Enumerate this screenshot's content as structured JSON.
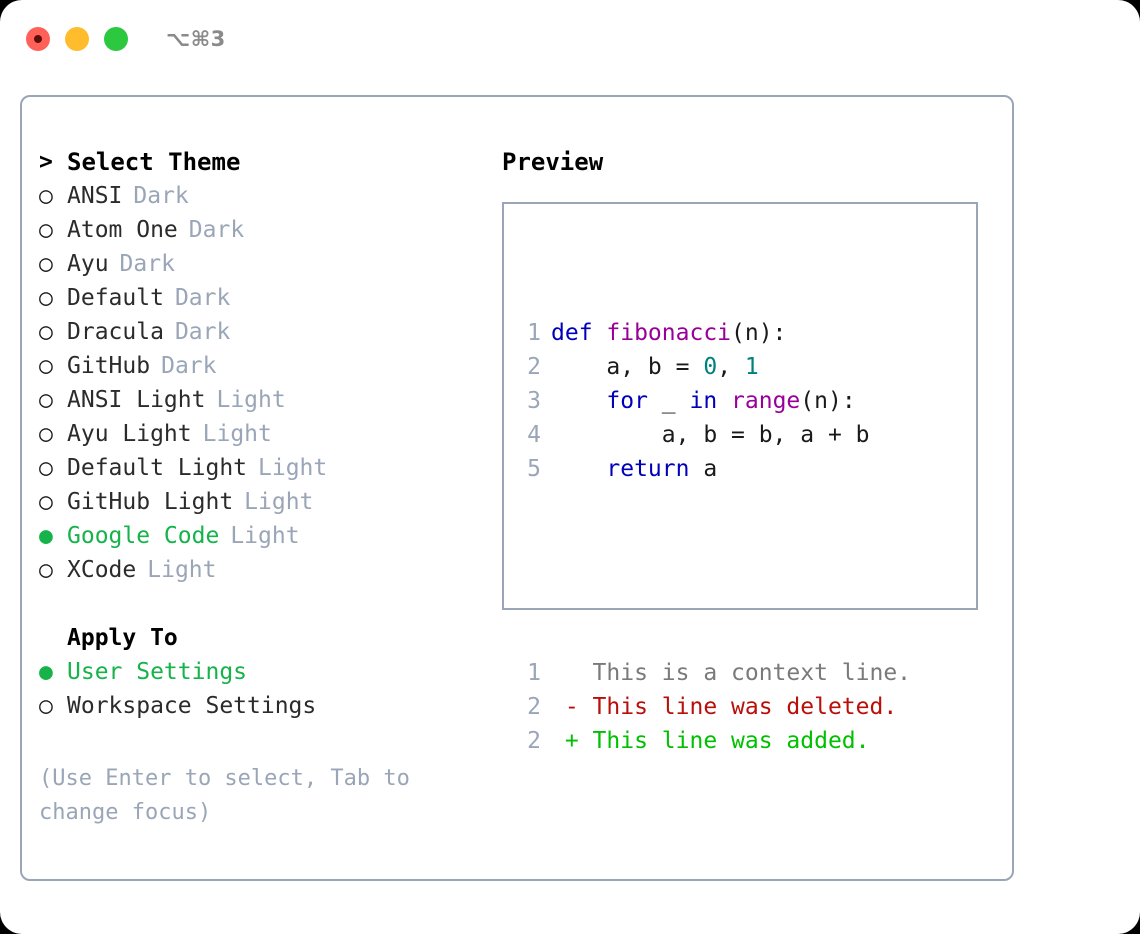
{
  "window": {
    "shortcut_label": "⌥⌘3",
    "traffic_lights": [
      "close-red",
      "minimize-yellow",
      "maximize-green"
    ]
  },
  "left_panel": {
    "header": {
      "prompt": ">",
      "title": "Select Theme"
    },
    "themes": [
      {
        "marker": "○",
        "name": "ANSI",
        "tag": "Dark",
        "selected": false
      },
      {
        "marker": "○",
        "name": "Atom One",
        "tag": "Dark",
        "selected": false
      },
      {
        "marker": "○",
        "name": "Ayu",
        "tag": "Dark",
        "selected": false
      },
      {
        "marker": "○",
        "name": "Default",
        "tag": "Dark",
        "selected": false
      },
      {
        "marker": "○",
        "name": "Dracula",
        "tag": "Dark",
        "selected": false
      },
      {
        "marker": "○",
        "name": "GitHub",
        "tag": "Dark",
        "selected": false
      },
      {
        "marker": "○",
        "name": "ANSI Light",
        "tag": "Light",
        "selected": false
      },
      {
        "marker": "○",
        "name": "Ayu Light",
        "tag": "Light",
        "selected": false
      },
      {
        "marker": "○",
        "name": "Default Light",
        "tag": "Light",
        "selected": false
      },
      {
        "marker": "○",
        "name": "GitHub Light",
        "tag": "Light",
        "selected": false
      },
      {
        "marker": "●",
        "name": "Google Code",
        "tag": "Light",
        "selected": true
      },
      {
        "marker": "○",
        "name": "XCode",
        "tag": "Light",
        "selected": false
      }
    ],
    "apply_to": {
      "title": "Apply To",
      "options": [
        {
          "marker": "●",
          "name": "User Settings",
          "selected": true
        },
        {
          "marker": "○",
          "name": "Workspace Settings",
          "selected": false
        }
      ]
    },
    "hint": "(Use Enter to select, Tab to change focus)"
  },
  "right_panel": {
    "title": "Preview",
    "code_lines": [
      {
        "n": "1",
        "tokens": [
          {
            "t": "def ",
            "c": "kw"
          },
          {
            "t": "fibonacci",
            "c": "fn"
          },
          {
            "t": "(n):",
            "c": "pn"
          }
        ]
      },
      {
        "n": "2",
        "tokens": [
          {
            "t": "    a, b = ",
            "c": "pn"
          },
          {
            "t": "0",
            "c": "num"
          },
          {
            "t": ", ",
            "c": "pn"
          },
          {
            "t": "1",
            "c": "num"
          }
        ]
      },
      {
        "n": "3",
        "tokens": [
          {
            "t": "    ",
            "c": "pn"
          },
          {
            "t": "for",
            "c": "kw"
          },
          {
            "t": " _ ",
            "c": "pn"
          },
          {
            "t": "in",
            "c": "kw"
          },
          {
            "t": " ",
            "c": "pn"
          },
          {
            "t": "range",
            "c": "fn"
          },
          {
            "t": "(n):",
            "c": "pn"
          }
        ]
      },
      {
        "n": "4",
        "tokens": [
          {
            "t": "        a, b = b, a + b",
            "c": "pn"
          }
        ]
      },
      {
        "n": "5",
        "tokens": [
          {
            "t": "    ",
            "c": "pn"
          },
          {
            "t": "return",
            "c": "kw"
          },
          {
            "t": " a",
            "c": "pn"
          }
        ]
      }
    ],
    "diff_lines": [
      {
        "n": "1",
        "text": "   This is a context line.",
        "c": "ctx"
      },
      {
        "n": "2",
        "text": " - This line was deleted.",
        "c": "del"
      },
      {
        "n": "2",
        "text": " + This line was added.",
        "c": "add"
      }
    ]
  },
  "colors": {
    "accent_green": "#15b34a",
    "muted": "#9aa6b7",
    "keyword": "#0000bb",
    "function": "#990099",
    "number": "#008080",
    "diff_added": "#00c000",
    "diff_deleted": "#b80f0a",
    "border": "#9aa6b7"
  }
}
